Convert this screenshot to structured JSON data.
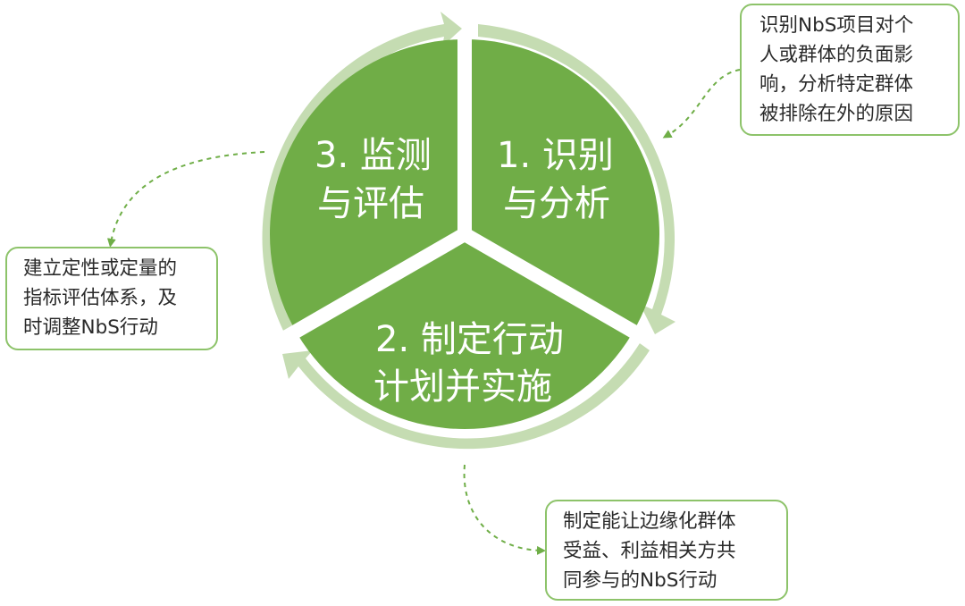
{
  "colors": {
    "sector_fill": "#70ad47",
    "ring": "#c5dcb2",
    "note_border": "#8dc36a",
    "connector": "#6fae47",
    "separator": "#ffffff"
  },
  "sectors": [
    {
      "id": "identify",
      "lines": [
        "1. 识别",
        "与分析"
      ]
    },
    {
      "id": "plan",
      "lines": [
        "2. 制定行动",
        "计划并实施"
      ]
    },
    {
      "id": "monitor",
      "lines": [
        "3. 监测",
        "与评估"
      ]
    }
  ],
  "notes": {
    "identify": {
      "lines": [
        "识别NbS项目对个",
        "人或群体的负面影",
        "响，分析特定群体",
        "被排除在外的原因"
      ]
    },
    "monitor": {
      "lines": [
        "建立定性或定量的",
        "指标评估体系，及",
        "时调整NbS行动"
      ]
    },
    "action": {
      "lines": [
        "制定能让边缘化群体",
        "受益、利益相关方共",
        "同参与的NbS行动"
      ]
    }
  }
}
